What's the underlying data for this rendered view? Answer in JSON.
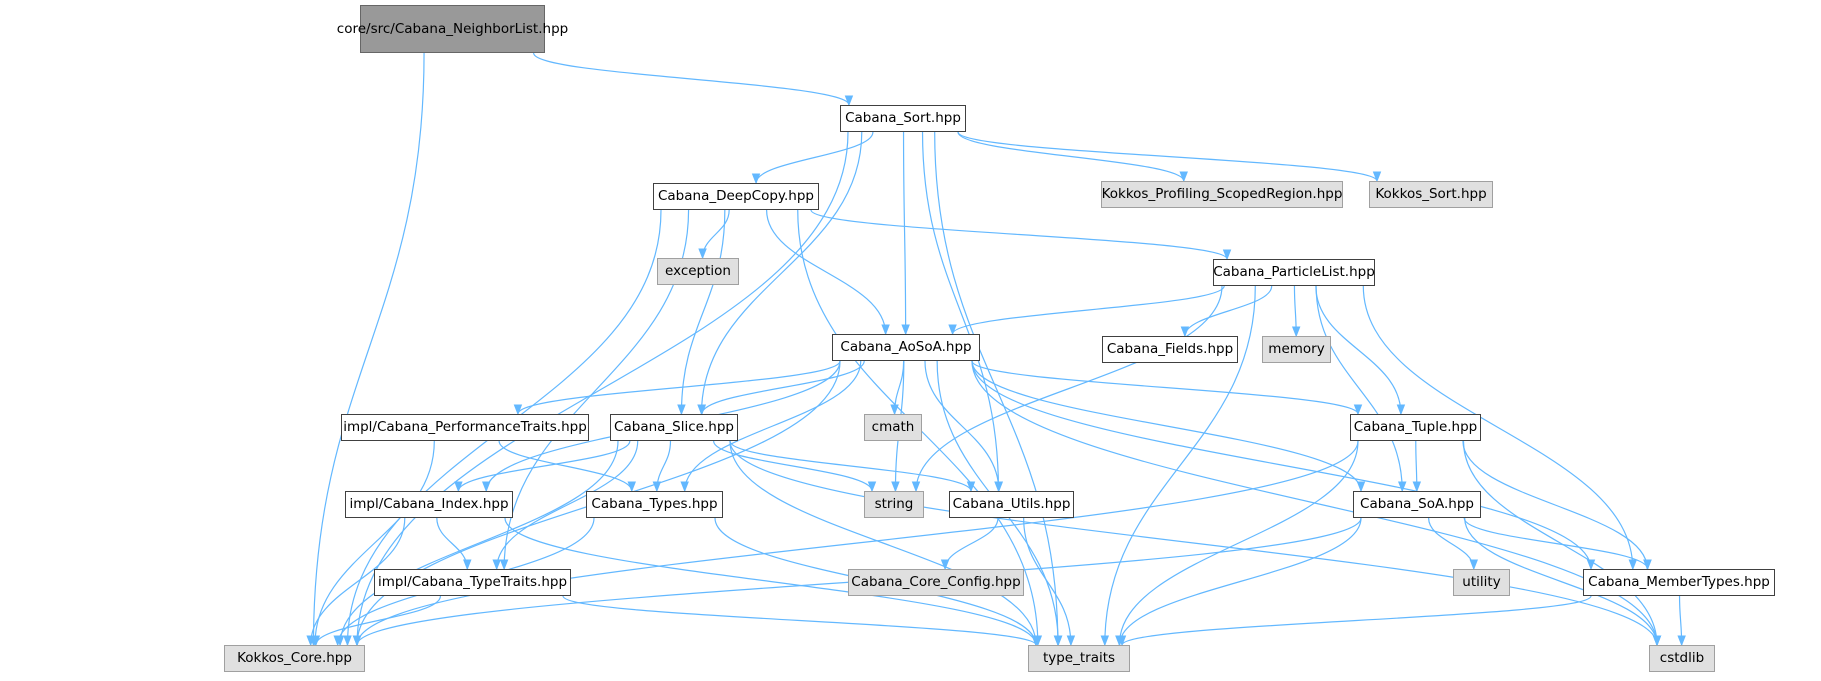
{
  "nodes": [
    {
      "id": "root",
      "label": "core/src/Cabana_NeighborList.hpp",
      "kind": "root"
    },
    {
      "id": "sort",
      "label": "Cabana_Sort.hpp",
      "kind": "doc"
    },
    {
      "id": "deepcopy",
      "label": "Cabana_DeepCopy.hpp",
      "kind": "doc"
    },
    {
      "id": "kprof",
      "label": "Kokkos_Profiling_ScopedRegion.hpp",
      "kind": "ext"
    },
    {
      "id": "ksort",
      "label": "Kokkos_Sort.hpp",
      "kind": "ext"
    },
    {
      "id": "exception",
      "label": "exception",
      "kind": "ext"
    },
    {
      "id": "plist",
      "label": "Cabana_ParticleList.hpp",
      "kind": "doc"
    },
    {
      "id": "aosoa",
      "label": "Cabana_AoSoA.hpp",
      "kind": "doc"
    },
    {
      "id": "fields",
      "label": "Cabana_Fields.hpp",
      "kind": "doc"
    },
    {
      "id": "memory",
      "label": "memory",
      "kind": "ext"
    },
    {
      "id": "perf",
      "label": "impl/Cabana_PerformanceTraits.hpp",
      "kind": "doc"
    },
    {
      "id": "slice",
      "label": "Cabana_Slice.hpp",
      "kind": "doc"
    },
    {
      "id": "cmath",
      "label": "cmath",
      "kind": "ext"
    },
    {
      "id": "tuple",
      "label": "Cabana_Tuple.hpp",
      "kind": "doc"
    },
    {
      "id": "index",
      "label": "impl/Cabana_Index.hpp",
      "kind": "doc"
    },
    {
      "id": "types",
      "label": "Cabana_Types.hpp",
      "kind": "doc"
    },
    {
      "id": "string",
      "label": "string",
      "kind": "ext"
    },
    {
      "id": "utils",
      "label": "Cabana_Utils.hpp",
      "kind": "doc"
    },
    {
      "id": "soa",
      "label": "Cabana_SoA.hpp",
      "kind": "doc"
    },
    {
      "id": "typetraits",
      "label": "impl/Cabana_TypeTraits.hpp",
      "kind": "doc"
    },
    {
      "id": "coreconfig",
      "label": "Cabana_Core_Config.hpp",
      "kind": "ext"
    },
    {
      "id": "utility",
      "label": "utility",
      "kind": "ext"
    },
    {
      "id": "membertypes",
      "label": "Cabana_MemberTypes.hpp",
      "kind": "doc"
    },
    {
      "id": "kcore",
      "label": "Kokkos_Core.hpp",
      "kind": "ext"
    },
    {
      "id": "tt",
      "label": "type_traits",
      "kind": "ext"
    },
    {
      "id": "cstdlib",
      "label": "cstdlib",
      "kind": "ext"
    }
  ],
  "edges": [
    {
      "from": "root",
      "to": "sort"
    },
    {
      "from": "root",
      "to": "kcore"
    },
    {
      "from": "sort",
      "to": "deepcopy"
    },
    {
      "from": "sort",
      "to": "kprof"
    },
    {
      "from": "sort",
      "to": "ksort"
    },
    {
      "from": "sort",
      "to": "aosoa"
    },
    {
      "from": "sort",
      "to": "slice"
    },
    {
      "from": "sort",
      "to": "utils"
    },
    {
      "from": "sort",
      "to": "kcore"
    },
    {
      "from": "sort",
      "to": "tt"
    },
    {
      "from": "deepcopy",
      "to": "exception"
    },
    {
      "from": "deepcopy",
      "to": "plist"
    },
    {
      "from": "deepcopy",
      "to": "aosoa"
    },
    {
      "from": "deepcopy",
      "to": "slice"
    },
    {
      "from": "deepcopy",
      "to": "typetraits"
    },
    {
      "from": "deepcopy",
      "to": "kcore"
    },
    {
      "from": "deepcopy",
      "to": "tt"
    },
    {
      "from": "plist",
      "to": "aosoa"
    },
    {
      "from": "plist",
      "to": "fields"
    },
    {
      "from": "plist",
      "to": "memory"
    },
    {
      "from": "plist",
      "to": "tuple"
    },
    {
      "from": "plist",
      "to": "soa"
    },
    {
      "from": "plist",
      "to": "membertypes"
    },
    {
      "from": "plist",
      "to": "string"
    },
    {
      "from": "plist",
      "to": "tt"
    },
    {
      "from": "aosoa",
      "to": "perf"
    },
    {
      "from": "aosoa",
      "to": "slice"
    },
    {
      "from": "aosoa",
      "to": "cmath"
    },
    {
      "from": "aosoa",
      "to": "tuple"
    },
    {
      "from": "aosoa",
      "to": "index"
    },
    {
      "from": "aosoa",
      "to": "types"
    },
    {
      "from": "aosoa",
      "to": "string"
    },
    {
      "from": "aosoa",
      "to": "utils"
    },
    {
      "from": "aosoa",
      "to": "soa"
    },
    {
      "from": "aosoa",
      "to": "membertypes"
    },
    {
      "from": "aosoa",
      "to": "kcore"
    },
    {
      "from": "aosoa",
      "to": "tt"
    },
    {
      "from": "aosoa",
      "to": "cstdlib"
    },
    {
      "from": "perf",
      "to": "types"
    },
    {
      "from": "perf",
      "to": "kcore"
    },
    {
      "from": "slice",
      "to": "index"
    },
    {
      "from": "slice",
      "to": "types"
    },
    {
      "from": "slice",
      "to": "string"
    },
    {
      "from": "slice",
      "to": "utils"
    },
    {
      "from": "slice",
      "to": "typetraits"
    },
    {
      "from": "slice",
      "to": "kcore"
    },
    {
      "from": "slice",
      "to": "tt"
    },
    {
      "from": "slice",
      "to": "cstdlib"
    },
    {
      "from": "tuple",
      "to": "soa"
    },
    {
      "from": "tuple",
      "to": "membertypes"
    },
    {
      "from": "tuple",
      "to": "kcore"
    },
    {
      "from": "tuple",
      "to": "tt"
    },
    {
      "from": "tuple",
      "to": "cstdlib"
    },
    {
      "from": "index",
      "to": "typetraits"
    },
    {
      "from": "index",
      "to": "kcore"
    },
    {
      "from": "index",
      "to": "tt"
    },
    {
      "from": "types",
      "to": "kcore"
    },
    {
      "from": "types",
      "to": "tt"
    },
    {
      "from": "utils",
      "to": "coreconfig"
    },
    {
      "from": "utils",
      "to": "tt"
    },
    {
      "from": "soa",
      "to": "utility"
    },
    {
      "from": "soa",
      "to": "membertypes"
    },
    {
      "from": "soa",
      "to": "kcore"
    },
    {
      "from": "soa",
      "to": "tt"
    },
    {
      "from": "soa",
      "to": "cstdlib"
    },
    {
      "from": "typetraits",
      "to": "kcore"
    },
    {
      "from": "typetraits",
      "to": "tt"
    },
    {
      "from": "membertypes",
      "to": "cstdlib"
    },
    {
      "from": "membertypes",
      "to": "tt"
    }
  ],
  "colors": {
    "edge": "#63b8ff",
    "node_border": "#404040",
    "external_fill": "#e0e0e0",
    "root_fill": "#999999"
  }
}
